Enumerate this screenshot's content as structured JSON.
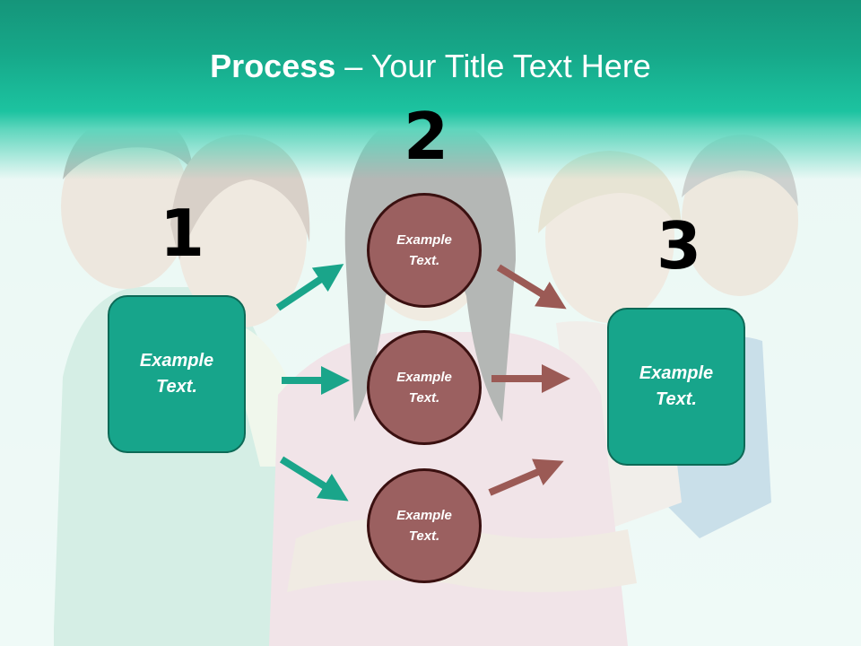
{
  "title": {
    "bold": "Process",
    "rest": " – Your Title Text Here"
  },
  "steps": {
    "one": "1",
    "two": "2",
    "three": "3"
  },
  "left_box": {
    "line1": "Example",
    "line2": "Text."
  },
  "right_box": {
    "line1": "Example",
    "line2": "Text."
  },
  "circles": [
    {
      "line1": "Example",
      "line2": "Text."
    },
    {
      "line1": "Example",
      "line2": "Text."
    },
    {
      "line1": "Example",
      "line2": "Text."
    }
  ],
  "colors": {
    "accent": "#17a58b",
    "circle": "#9b6060",
    "arrow_green": "#1aa58a",
    "arrow_brown": "#9b5a55"
  }
}
